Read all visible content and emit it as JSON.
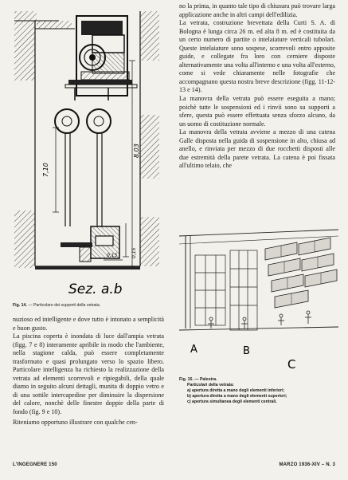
{
  "right_column": {
    "paragraphs": [
      "no la prima, in quanto tale tipo di chiusura può trovare larga applicazione anche in altri campi dell'edilizia.",
      "La vetrata, costruzione brevettata della Curti S. A. di Bologna è lunga circa 26 m. ed alta 8 m. ed è costituita da un certo numero di partite o intelaiature verticali tubolari. Queste intelaiature sono sospese, scorrevoli entro apposite guide, e collegate fra loro con cerniere disposte alternativamente una volta all'interno e una volta all'esterno, come si vede chiaramente nelle fotografie che accompagnano questa nostra breve descrizione (figg. 11-12-13 e 14).",
      "La manovra della vetrata può essere eseguita a mano; poichè tutte le sospensioni ed i rinvii sono su supporti a sfere, questa può essere effettuata senza sforzo alcuno, da un uomo di costituzione normale.",
      "La manovra della vetrata avviene a mezzo di una catena Galle disposta nella guida di sospensione in alto, chiusa ad anello, e rinviata per mezzo di due rocchetti disposti alle due estremità della parete vetrata. La catena è poi fissata all'ultimo telaio, che"
    ]
  },
  "left_column": {
    "paragraphs": [
      "nuzioso ed intelligente e dove tutto è intonato a semplicità e buon gusto.",
      "La piscina coperta è inondata di luce dall'ampia vetrata (figg. 7 e 8) interamente apribile in modo che l'ambiente, nella stagione calda, può essere completamente trasformato e quasi prolungato verso lo spazio libero. Particolare intelligenza ha richiesto la realizzazione della vetrata ad elementi scorrevoli e ripiegabili, della quale diamo in seguito alcuni dettagli, munita di doppio vetro e di una sottile intercapedine per diminuire la dispersione del calore, nonchè delle finestre doppie della parte di fondo (fig. 9 e 10).",
      "Riteniamo opportuno illustrare con qualche cen-"
    ]
  },
  "figure14": {
    "section_label": "Sez. a.b",
    "dim_total": "8,03",
    "dim_middle": "7,10",
    "dim_small_top": "0,15",
    "dim_small_side": "0,15",
    "caption_number": "Fig. 14.",
    "caption_text": "— Particolare dei supporti della vetrata."
  },
  "figure15": {
    "labels": [
      "A",
      "B",
      "C"
    ],
    "caption_number": "Fig. 15.",
    "caption_title": "— Palestra.",
    "caption_sub": "Particolari della vetrata:",
    "items": [
      "a) apertura diretta a mano degli elementi inferiori;",
      "b) apertura diretta a mano degli elementi superiori;",
      "c) apertura simultanea degli elementi centrali."
    ]
  },
  "footer": {
    "left": "L'INGEGNERE 150",
    "right": "MARZO 1936-XIV – N. 3"
  }
}
